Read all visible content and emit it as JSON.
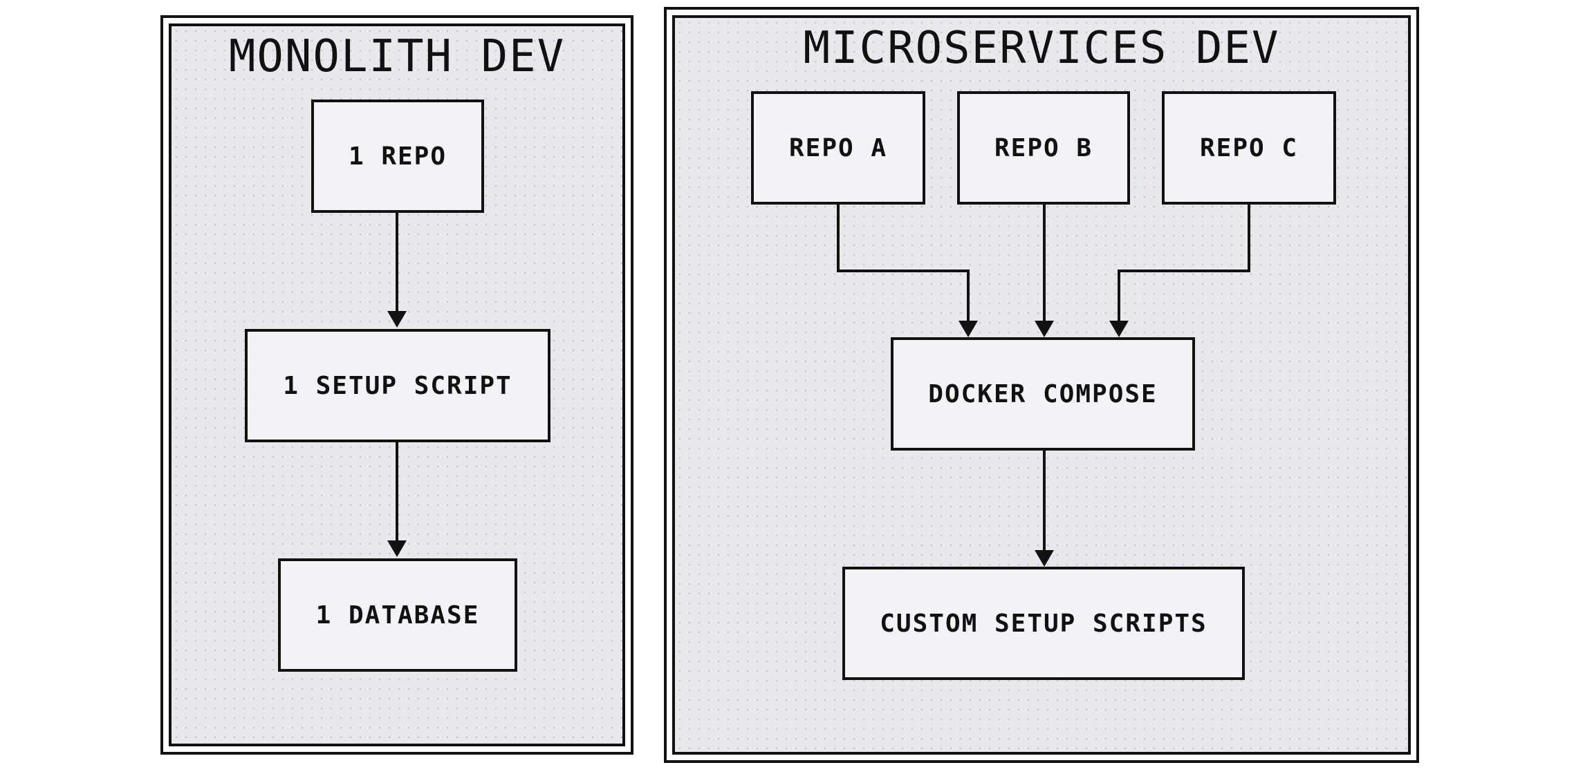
{
  "monolith": {
    "title": "MONOLITH DEV",
    "nodes": {
      "repo": "1 REPO",
      "setup_script": "1 SETUP SCRIPT",
      "database": "1 DATABASE"
    }
  },
  "microservices": {
    "title": "MICROSERVICES DEV",
    "nodes": {
      "repo_a": "REPO A",
      "repo_b": "REPO B",
      "repo_c": "REPO C",
      "docker_compose": "DOCKER COMPOSE",
      "custom_setup_scripts": "CUSTOM SETUP SCRIPTS"
    }
  },
  "colors": {
    "panel_fill": "#e8e9ed",
    "node_fill": "#f2f3f7",
    "stroke": "#111111"
  }
}
